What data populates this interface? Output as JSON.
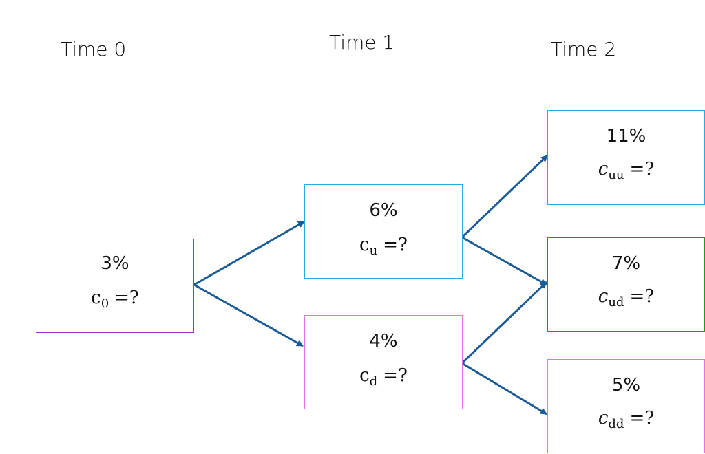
{
  "headers": {
    "time0": "Time 0",
    "time1": "Time 1",
    "time2": "Time 2"
  },
  "nodes": {
    "n0": {
      "rate": "3%",
      "var": "c",
      "sub": "0",
      "italic": false,
      "eq": "=?",
      "border": "#9b30d9"
    },
    "nu": {
      "rate": "6%",
      "var": "c",
      "sub": "u",
      "italic": false,
      "eq": "=?",
      "border": "#29abe2"
    },
    "nd": {
      "rate": "4%",
      "var": "c",
      "sub": "d",
      "italic": false,
      "eq": "=?",
      "border": "#e86fe8"
    },
    "nuu": {
      "rate": "11%",
      "var": "c",
      "sub": "uu",
      "italic": true,
      "eq": "=?",
      "border": "#29abe2"
    },
    "nud": {
      "rate": "7%",
      "var": "c",
      "sub": "ud",
      "italic": true,
      "eq": "=?",
      "border": "#1f9a1f"
    },
    "ndd": {
      "rate": "5%",
      "var": "c",
      "sub": "dd",
      "italic": true,
      "eq": "=?",
      "border": "#e86fe8"
    }
  },
  "arrow_color": "#1a5a96"
}
